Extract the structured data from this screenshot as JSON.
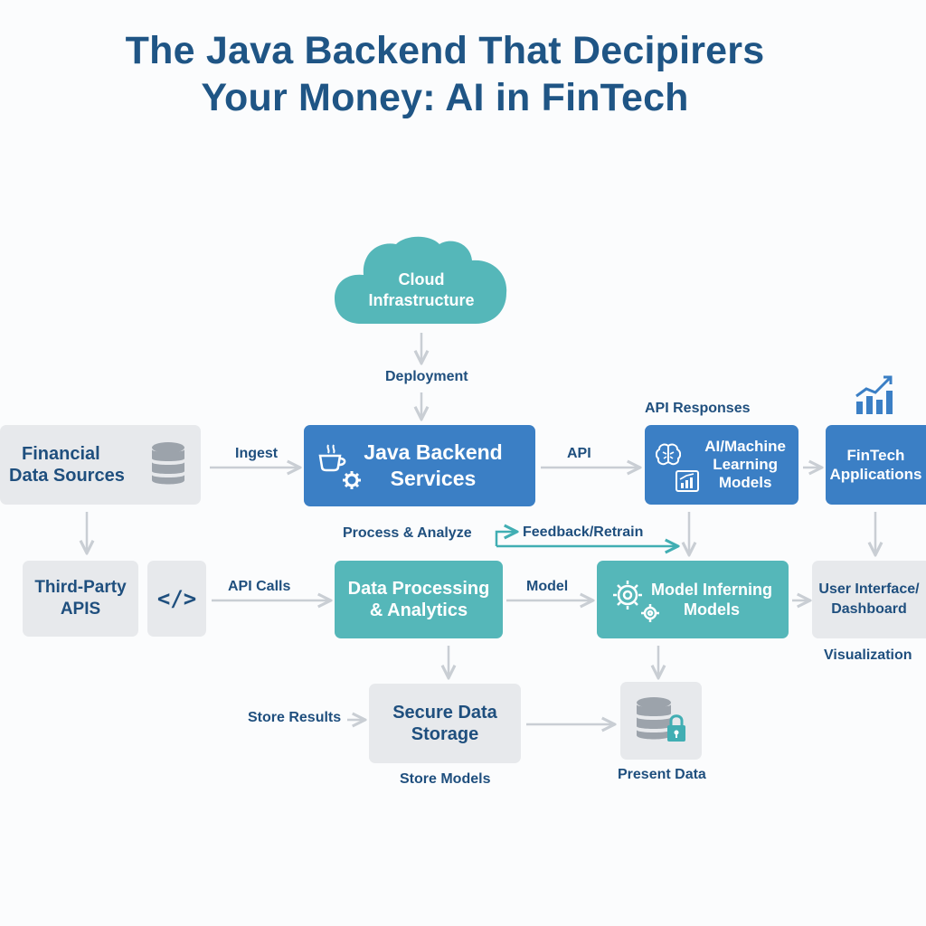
{
  "title": {
    "line1": "The Java Backend That Decipirers",
    "line2": "Your Money: AI in FinTech"
  },
  "colors": {
    "title": "#1f5585",
    "text_dark": "#1f4f7e",
    "box_gray": "#e7e9ec",
    "box_blue": "#3b7fc5",
    "box_teal": "#55b7b9",
    "arrow_gray": "#c9ced4",
    "arrow_teal": "#41aeb3"
  },
  "nodes": {
    "cloud": {
      "line1": "Cloud",
      "line2": "Infrastructure",
      "icon": "cloud-shape"
    },
    "financial_data_sources": {
      "line1": "Financial",
      "line2": "Data Sources",
      "icon": "database-icon"
    },
    "java_backend": {
      "line1": "Java Backend",
      "line2": "Services",
      "icons": [
        "coffee-cup-icon",
        "gear-icon"
      ]
    },
    "ai_ml_models": {
      "line1": "AI/Machine",
      "line2": "Learning",
      "line3": "Models",
      "icons": [
        "brain-icon",
        "chart-icon"
      ]
    },
    "fintech_apps": {
      "line1": "FinTech",
      "line2": "Applications",
      "icon": "bar-chart-growth-icon"
    },
    "third_party_apis": {
      "line1": "Third-Party",
      "line2": "APIS"
    },
    "code_box": {
      "glyph": "</>",
      "icon": "code-icon"
    },
    "data_processing": {
      "line1": "Data Processing",
      "line2": "& Analytics"
    },
    "model_inferning": {
      "line1": "Model Inferning",
      "line2": "Models",
      "icon": "gears-icon"
    },
    "user_interface": {
      "line1": "User Interface/",
      "line2": "Dashboard"
    },
    "secure_storage": {
      "line1": "Secure Data",
      "line2": "Storage"
    },
    "present_data_box": {
      "icon": "database-lock-icon"
    }
  },
  "labels": {
    "deployment": "Deployment",
    "api_responses": "API Responses",
    "ingest": "Ingest",
    "api": "API",
    "process_analyze": "Process & Analyze",
    "feedback_retrain": "Feedback/Retrain",
    "api_calls": "API Calls",
    "model": "Model",
    "visualization": "Visualization",
    "store_results": "Store Results",
    "store_models": "Store Models",
    "present_data": "Present Data"
  }
}
